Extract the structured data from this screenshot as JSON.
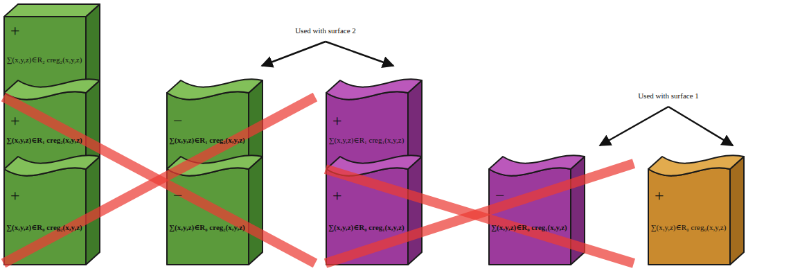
{
  "diagram": {
    "nodes": [
      {
        "text": [
          "+",
          "∑(x,y,z)∈R₂ creg₂(x,y,z)"
        ]
      },
      {
        "text": [
          "+",
          "∑(x,y,z)∈R₁ creg₂(x,y,z)"
        ]
      },
      {
        "text": [
          "+",
          "∑(x,y,z)∈R₀ creg₂(x,y,z)"
        ]
      },
      {
        "text": [
          "−",
          "∑(x,y,z)∈R₁ creg₂(x,y,z)"
        ]
      },
      {
        "text": [
          "−",
          "∑(x,y,z)∈R₀ creg₂(x,y,z)"
        ]
      },
      {
        "text": [
          "+",
          "∑(x,y,z)∈R₁ creg₁(x,y,z)"
        ]
      },
      {
        "text": [
          "+",
          "∑(x,y,z)∈R₀ creg₁(x,y,z)"
        ]
      },
      {
        "text": [
          "−",
          "∑(x,y,z)∈R₀ creg₁(x,y,z)"
        ]
      },
      {
        "text": [
          "+",
          "∑(x,y,z)∈R₀ creg₀(x,y,z)"
        ]
      }
    ],
    "labels": [
      "Used with surface 2",
      "Used with surface 1"
    ]
  }
}
